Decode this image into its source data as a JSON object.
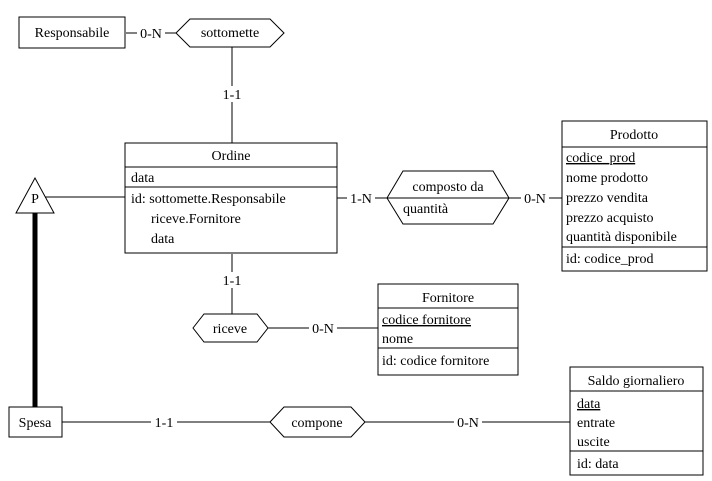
{
  "entities": {
    "responsabile": {
      "name": "Responsabile"
    },
    "ordine": {
      "name": "Ordine",
      "attributes": [
        "data"
      ],
      "identifier": [
        "id: sottomette.Responsabile",
        "riceve.Fornitore",
        "data"
      ]
    },
    "prodotto": {
      "name": "Prodotto",
      "attributes": [
        "codice_prod",
        "nome prodotto",
        "prezzo vendita",
        "prezzo acquisto",
        "quantità disponibile"
      ],
      "identifier": "id: codice_prod"
    },
    "fornitore": {
      "name": "Fornitore",
      "attributes": [
        "codice fornitore",
        "nome"
      ],
      "identifier": "id: codice fornitore"
    },
    "spesa": {
      "name": "Spesa"
    },
    "saldo": {
      "name": "Saldo giornaliero",
      "attributes": [
        "data",
        "entrate",
        "uscite"
      ],
      "identifier": "id: data"
    }
  },
  "relationships": {
    "sottomette": {
      "name": "sottomette"
    },
    "composto": {
      "name": "composto da",
      "attribute": "quantità"
    },
    "riceve": {
      "name": "riceve"
    },
    "compone": {
      "name": "compone"
    }
  },
  "cardinalities": {
    "responsabile_sottomette": "0-N",
    "sottomette_ordine": "1-1",
    "ordine_composto": "1-N",
    "composto_prodotto": "0-N",
    "ordine_riceve": "1-1",
    "riceve_fornitore": "0-N",
    "spesa_compone": "1-1",
    "compone_saldo": "0-N"
  },
  "isa": {
    "label": "P"
  }
}
